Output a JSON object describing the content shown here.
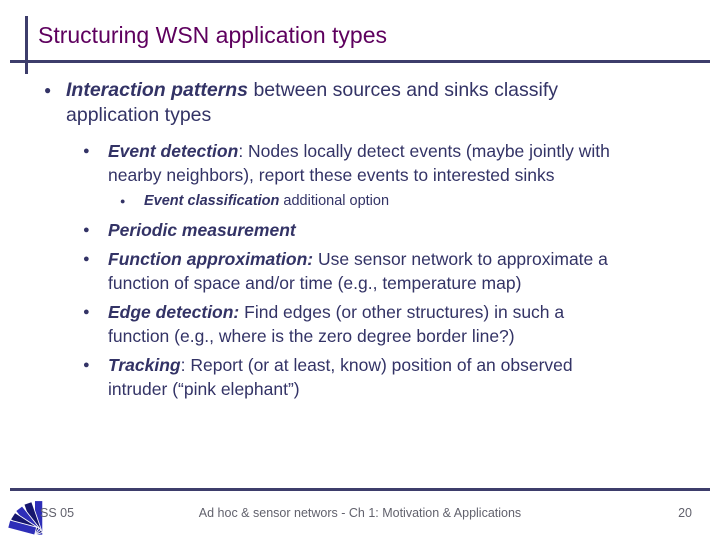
{
  "slide": {
    "title": "Structuring WSN application types",
    "bullet_glyph": "●",
    "bullets": [
      {
        "level": 1,
        "lead": "Interaction patterns",
        "rest": " between sources and sinks classify\napplication types"
      },
      {
        "level": 2,
        "lead": "Event detection",
        "rest": ": Nodes locally detect events (maybe jointly with\nnearby neighbors), report these events to interested sinks"
      },
      {
        "level": 3,
        "lead": "Event classification",
        "rest": " additional option"
      },
      {
        "level": 2,
        "lead": "Periodic measurement",
        "rest": ""
      },
      {
        "level": 2,
        "lead": "Function approximation:",
        "rest": " Use sensor network to approximate a\nfunction of space and/or time (e.g., temperature map)"
      },
      {
        "level": 2,
        "lead": "Edge detection:",
        "rest": " Find edges (or other structures) in such a\nfunction (e.g., where is the zero degree border line?)"
      },
      {
        "level": 2,
        "lead": "Tracking",
        "rest": ": Report (or at least, know) position of an observed\nintruder (“pink elephant”)"
      }
    ],
    "footer": {
      "left": "SS 05",
      "center": "Ad hoc & sensor networs - Ch 1: Motivation & Applications",
      "page": "20"
    },
    "colors": {
      "title": "#5e005e",
      "body_text": "#333366",
      "rule": "#3d3d6b",
      "footer_text": "#62626d",
      "logo_blue": "#2e2eb8",
      "logo_navy": "#16166e"
    }
  }
}
